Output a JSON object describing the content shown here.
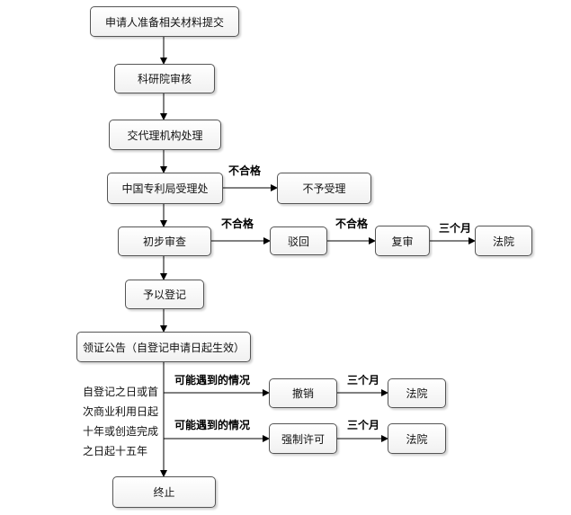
{
  "nodes": {
    "prepare": "申请人准备相关材料提交",
    "academy_review": "科研院审核",
    "agency": "交代理机构处理",
    "cnipa_accept": "中国专利局受理处",
    "not_accepted": "不予受理",
    "prelim_exam": "初步审查",
    "rejected": "驳回",
    "re_exam": "复审",
    "court1": "法院",
    "register": "予以登记",
    "certificate": "领证公告（自登记申请日起生效）",
    "revoke": "撤销",
    "court2": "法院",
    "compulsory": "强制许可",
    "court3": "法院",
    "terminate": "终止"
  },
  "edge_labels": {
    "unqualified_1": "不合格",
    "unqualified_2": "不合格",
    "unqualified_3": "不合格",
    "three_months_1": "三个月",
    "possible_situation_1": "可能遇到的情况",
    "three_months_2": "三个月",
    "possible_situation_2": "可能遇到的情况",
    "three_months_3": "三个月"
  },
  "duration_note": [
    "自登记之日或首",
    "次商业利用日起",
    "十年或创造完成",
    "之日起十五年"
  ],
  "colors": {
    "line": "#000000",
    "border": "#555555"
  }
}
